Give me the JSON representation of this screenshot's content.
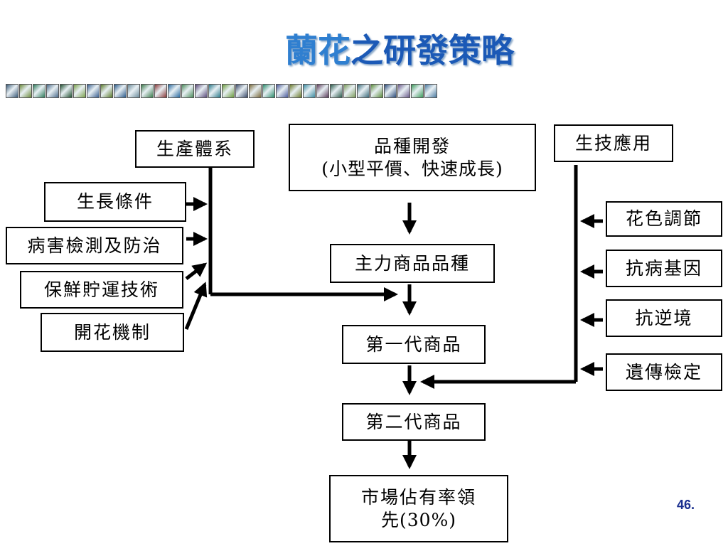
{
  "title": {
    "highlight": "蘭花",
    "rest": "之研發策略"
  },
  "strip": {
    "colors": [
      "#3a5a78",
      "#6b8a3a",
      "#2d7a5a",
      "#4a6a8a",
      "#1f4f2f",
      "#7aa04a",
      "#3a6090",
      "#5a7a2a",
      "#2a5a8a",
      "#6a8a9a",
      "#3a7a4a",
      "#8a3a3a",
      "#2a6aa0",
      "#4a8a5a",
      "#5a4a7a",
      "#2a7a8a",
      "#6a9a3a",
      "#3a4a6a",
      "#7a6a3a",
      "#2a8a6a",
      "#4a5a9a",
      "#6a7a2a",
      "#3a8aa0",
      "#5a3a5a",
      "#2a5a4a",
      "#7a9a5a",
      "#3a6a7a",
      "#5a8a3a",
      "#2a4a7a",
      "#6a5a8a",
      "#3a9a5a",
      "#4a7aa0"
    ]
  },
  "boxes": {
    "production_system": "生產體系",
    "variety_dev_line1": "品種開發",
    "variety_dev_line2": "(小型平價、快速成長)",
    "biotech": "生技應用",
    "growth_conditions": "生長條件",
    "disease_detection": "病害檢測及防治",
    "preservation_transport": "保鮮貯運技術",
    "flowering_mechanism": "開花機制",
    "main_variety": "主力商品品種",
    "first_gen": "第一代商品",
    "second_gen": "第二代商品",
    "market_line1": "市場佔有率領",
    "market_line2": "先(30%)",
    "color_regulation": "花色調節",
    "disease_resistance_gene": "抗病基因",
    "stress_resistance": "抗逆境",
    "genetic_testing": "遺傳檢定"
  },
  "page_number": "46."
}
